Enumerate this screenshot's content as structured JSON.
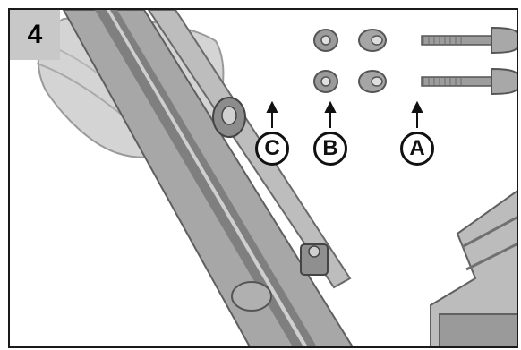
{
  "step": {
    "number": "4"
  },
  "callouts": {
    "a": "A",
    "b": "B",
    "c": "C"
  },
  "colors": {
    "frame": "#1a1a1a",
    "badge": "#c8c8c8",
    "ink": "#111111"
  },
  "icons": [
    "bolt-icon",
    "washer-icon",
    "nut-icon",
    "arrow-up-icon"
  ]
}
